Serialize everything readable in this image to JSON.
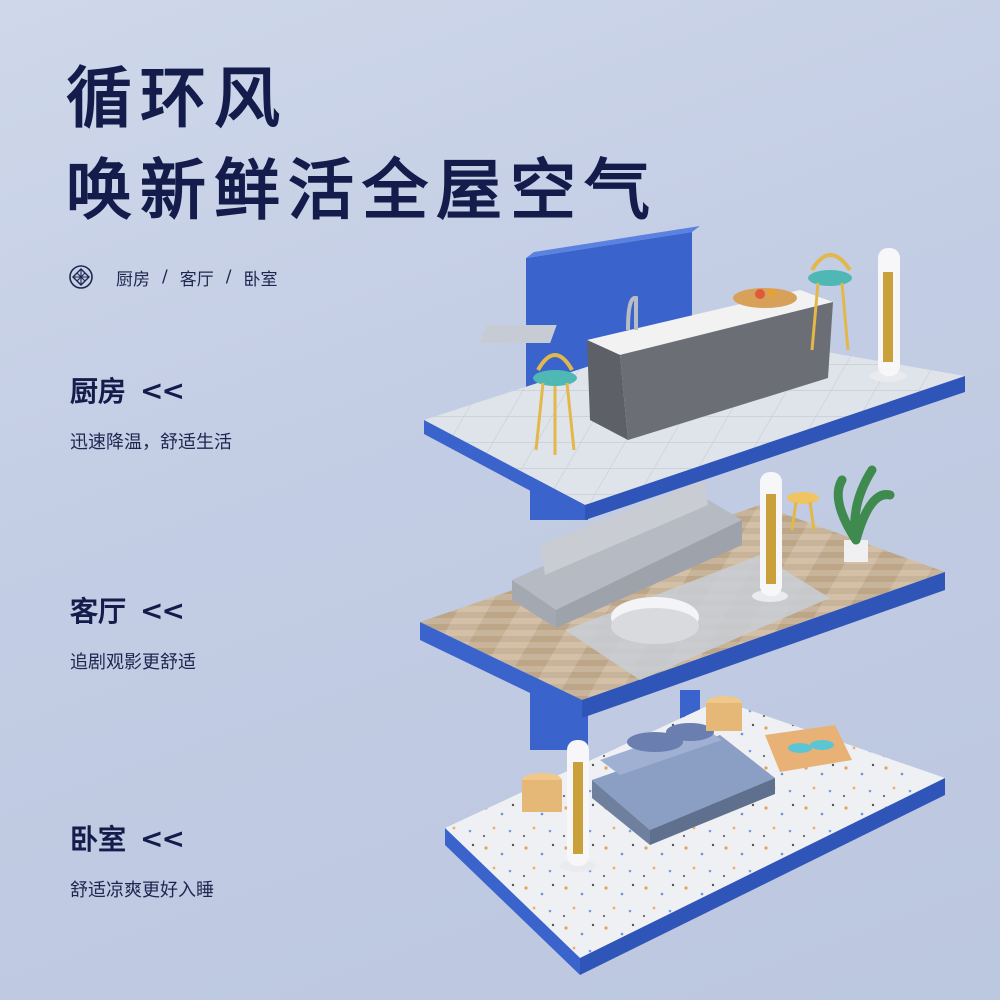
{
  "headline": {
    "line1": "循环风",
    "line2": "唤新鲜活全屋空气"
  },
  "rooms": {
    "icon": "lattice-logo-icon",
    "items": [
      "厨房",
      "客厅",
      "卧室"
    ],
    "separator": "/"
  },
  "sections": [
    {
      "title": "厨房",
      "arrows": "<<",
      "desc": "迅速降温，舒适生活"
    },
    {
      "title": "客厅",
      "arrows": "<<",
      "desc": "追剧观影更舒适"
    },
    {
      "title": "卧室",
      "arrows": "<<",
      "desc": "舒适凉爽更好入睡"
    }
  ],
  "colors": {
    "background": "#c3cde4",
    "headline_text": "#131c4a",
    "platform_blue": "#3a64cc",
    "tile_floor": "#dfe3ea",
    "wood_floor": "#c8b49a",
    "terrazzo_floor": "#eef0f4",
    "fan_gold": "#c9a03a"
  }
}
